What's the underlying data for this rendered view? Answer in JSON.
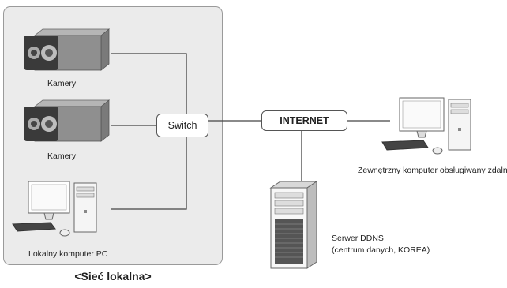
{
  "devices": {
    "camera_1": "Kamery",
    "camera_2": "Kamery",
    "local_pc": "Lokalny komputer PC",
    "switch": "Switch",
    "internet": "INTERNET",
    "remote_pc": "Zewnętrzny komputer obsługiwany zdalnie",
    "ddns_server_line1": "Serwer DDNS",
    "ddns_server_line2": "(centrum danych, KOREA)"
  },
  "lan_caption": "<Sieć lokalna>",
  "colors": {
    "panel_bg": "#ebebeb",
    "panel_border": "#9a9a9a",
    "wire": "#444444",
    "camera_body": "#8f8f8f",
    "camera_front": "#3a3a3a"
  }
}
